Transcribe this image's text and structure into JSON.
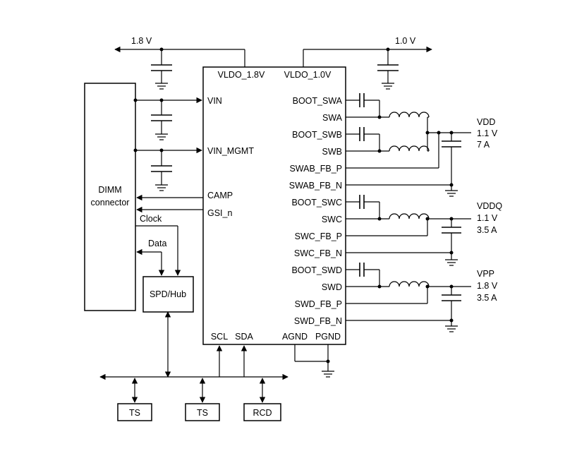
{
  "rails": {
    "v18": "1.8 V",
    "v10": "1.0 V"
  },
  "ic": {
    "vldo18": "VLDO_1.8V",
    "vldo10": "VLDO_1.0V",
    "vin": "VIN",
    "vin_mgmt": "VIN_MGMT",
    "camp": "CAMP",
    "gsi_n": "GSI_n",
    "scl": "SCL",
    "sda": "SDA",
    "agnd": "AGND",
    "pgnd": "PGND",
    "right_pins": [
      "BOOT_SWA",
      "SWA",
      "BOOT_SWB",
      "SWB",
      "SWAB_FB_P",
      "SWAB_FB_N",
      "BOOT_SWC",
      "SWC",
      "SWC_FB_P",
      "SWC_FB_N",
      "BOOT_SWD",
      "SWD",
      "SWD_FB_P",
      "SWD_FB_N"
    ]
  },
  "dimm": {
    "line1": "DIMM",
    "line2": "connector"
  },
  "signals": {
    "clock": "Clock",
    "data": "Data"
  },
  "spd": "SPD/Hub",
  "bus_devices": [
    "TS",
    "TS",
    "RCD"
  ],
  "outputs": [
    {
      "name": "VDD",
      "voltage": "1.1 V",
      "current": "7 A"
    },
    {
      "name": "VDDQ",
      "voltage": "1.1 V",
      "current": "3.5 A"
    },
    {
      "name": "VPP",
      "voltage": "1.8 V",
      "current": "3.5 A"
    }
  ],
  "colors": {
    "ink": "#000000",
    "background": "#ffffff"
  }
}
